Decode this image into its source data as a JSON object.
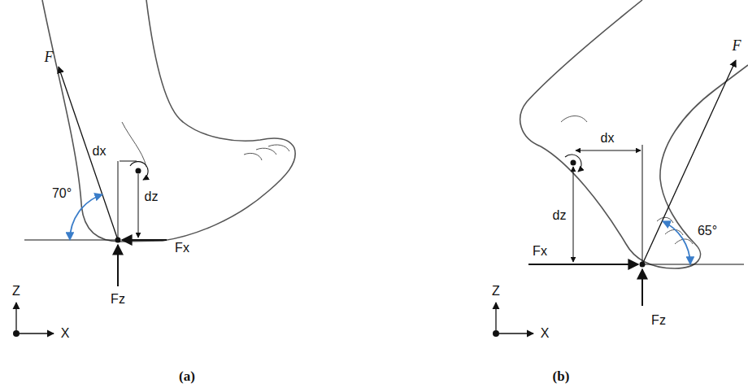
{
  "diagram": {
    "labels": [
      "F",
      "70°",
      "dx",
      "dz",
      "Fx",
      "Fz",
      "Z",
      "X",
      "(a)",
      "F",
      "dx",
      "dz",
      "65°",
      "Fx",
      "Fz",
      "Z",
      "X",
      "(b)"
    ]
  }
}
